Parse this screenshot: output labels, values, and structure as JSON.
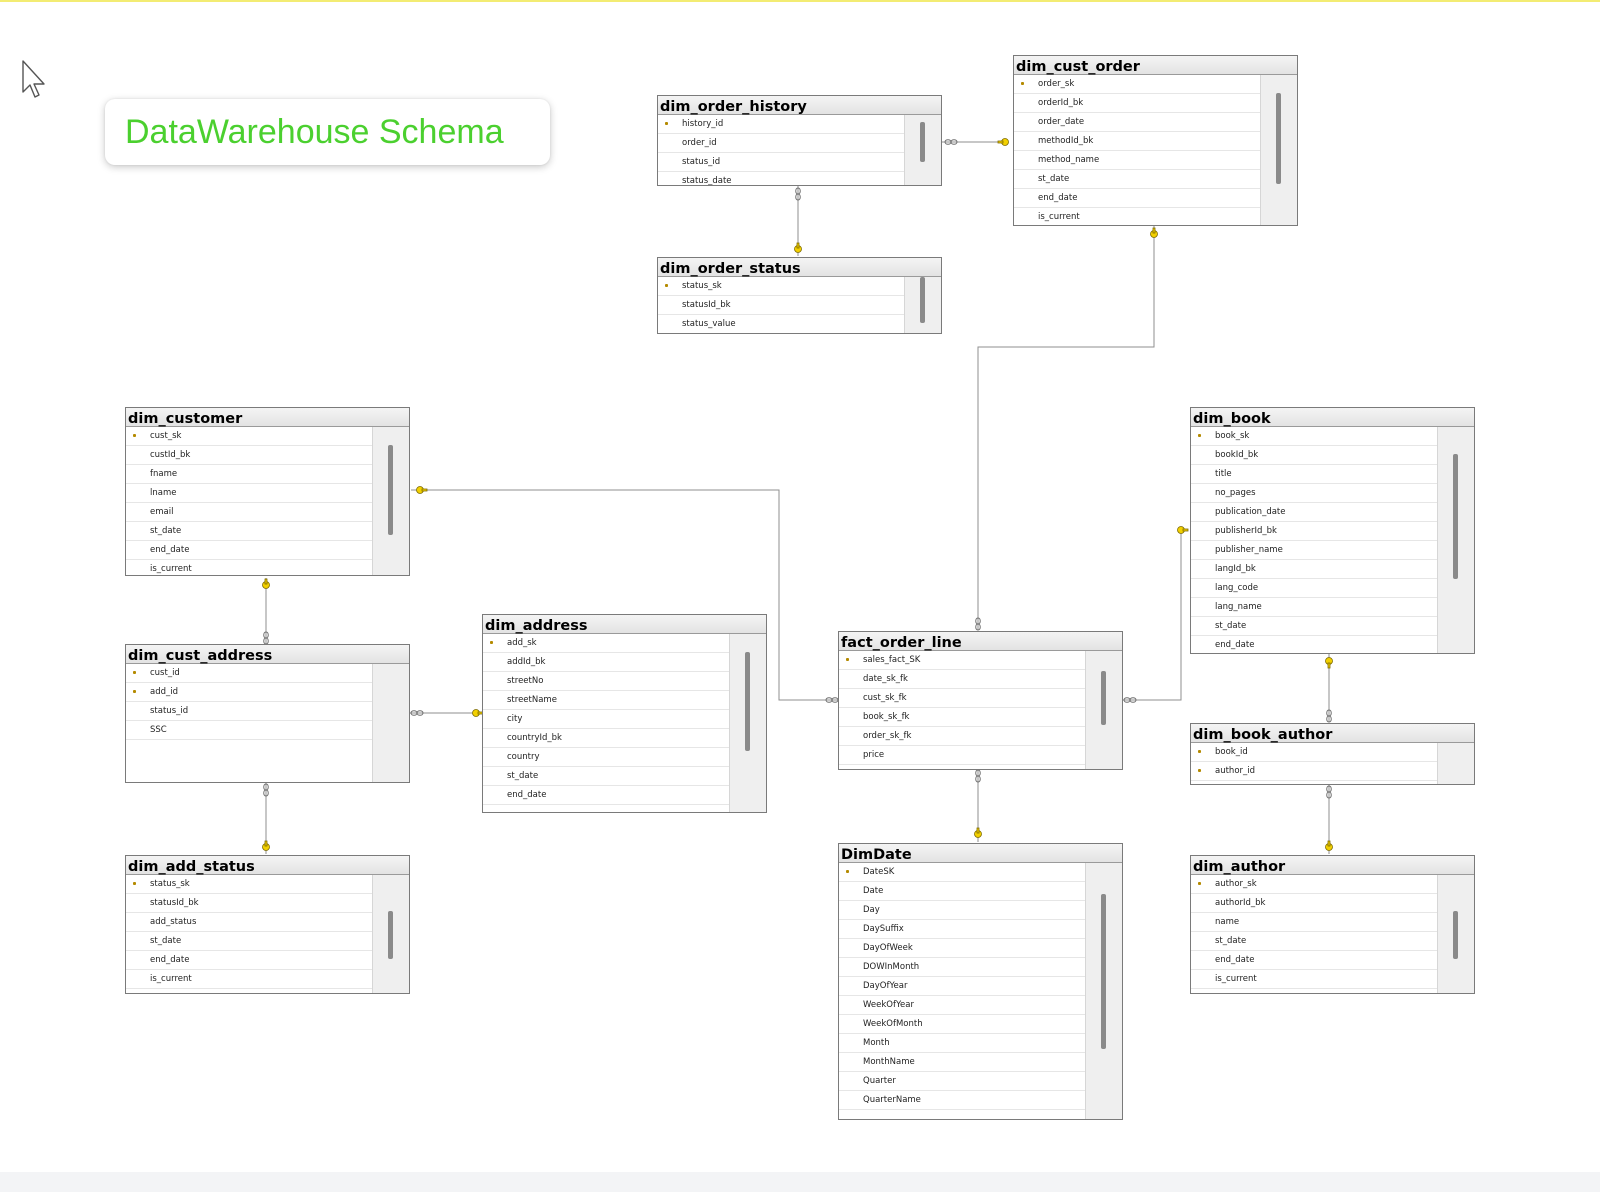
{
  "title": "DataWarehouse Schema",
  "colors": {
    "title": "#4bd02f",
    "key_line": "#8f8f8f",
    "key_icon": "#f2d000"
  },
  "tables": [
    {
      "id": "dim_order_history",
      "name": "dim_order_history",
      "columns": [
        {
          "name": "history_id",
          "pk": true
        },
        {
          "name": "order_id"
        },
        {
          "name": "status_id"
        },
        {
          "name": "status_date"
        }
      ]
    },
    {
      "id": "dim_cust_order",
      "name": "dim_cust_order",
      "columns": [
        {
          "name": "order_sk",
          "pk": true
        },
        {
          "name": "orderId_bk"
        },
        {
          "name": "order_date"
        },
        {
          "name": "methodId_bk"
        },
        {
          "name": "method_name"
        },
        {
          "name": "st_date"
        },
        {
          "name": "end_date"
        },
        {
          "name": "is_current"
        }
      ]
    },
    {
      "id": "dim_order_status",
      "name": "dim_order_status",
      "columns": [
        {
          "name": "status_sk",
          "pk": true
        },
        {
          "name": "statusId_bk"
        },
        {
          "name": "status_value"
        }
      ]
    },
    {
      "id": "dim_customer",
      "name": "dim_customer",
      "columns": [
        {
          "name": "cust_sk",
          "pk": true
        },
        {
          "name": "custId_bk"
        },
        {
          "name": "fname"
        },
        {
          "name": "lname"
        },
        {
          "name": "email"
        },
        {
          "name": "st_date"
        },
        {
          "name": "end_date"
        },
        {
          "name": "is_current"
        }
      ]
    },
    {
      "id": "dim_book",
      "name": "dim_book",
      "columns": [
        {
          "name": "book_sk",
          "pk": true
        },
        {
          "name": "bookId_bk"
        },
        {
          "name": "title"
        },
        {
          "name": "no_pages"
        },
        {
          "name": "publication_date"
        },
        {
          "name": "publisherId_bk"
        },
        {
          "name": "publisher_name"
        },
        {
          "name": "langId_bk"
        },
        {
          "name": "lang_code"
        },
        {
          "name": "lang_name"
        },
        {
          "name": "st_date"
        },
        {
          "name": "end_date"
        }
      ]
    },
    {
      "id": "dim_cust_address",
      "name": "dim_cust_address",
      "columns": [
        {
          "name": "cust_id",
          "pk": true
        },
        {
          "name": "add_id",
          "pk": true
        },
        {
          "name": "status_id"
        },
        {
          "name": "SSC"
        }
      ]
    },
    {
      "id": "dim_address",
      "name": "dim_address",
      "columns": [
        {
          "name": "add_sk",
          "pk": true
        },
        {
          "name": "addId_bk"
        },
        {
          "name": "streetNo"
        },
        {
          "name": "streetName"
        },
        {
          "name": "city"
        },
        {
          "name": "countryId_bk"
        },
        {
          "name": "country"
        },
        {
          "name": "st_date"
        },
        {
          "name": "end_date"
        }
      ]
    },
    {
      "id": "fact_order_line",
      "name": "fact_order_line",
      "columns": [
        {
          "name": "sales_fact_SK",
          "pk": true
        },
        {
          "name": "date_sk_fk"
        },
        {
          "name": "cust_sk_fk"
        },
        {
          "name": "book_sk_fk"
        },
        {
          "name": "order_sk_fk"
        },
        {
          "name": "price"
        }
      ]
    },
    {
      "id": "dim_book_author",
      "name": "dim_book_author",
      "columns": [
        {
          "name": "book_id",
          "pk": true
        },
        {
          "name": "author_id",
          "pk": true
        }
      ]
    },
    {
      "id": "dim_add_status",
      "name": "dim_add_status",
      "columns": [
        {
          "name": "status_sk",
          "pk": true
        },
        {
          "name": "statusId_bk"
        },
        {
          "name": "add_status"
        },
        {
          "name": "st_date"
        },
        {
          "name": "end_date"
        },
        {
          "name": "is_current"
        }
      ]
    },
    {
      "id": "DimDate",
      "name": "DimDate",
      "columns": [
        {
          "name": "DateSK",
          "pk": true
        },
        {
          "name": "Date"
        },
        {
          "name": "Day"
        },
        {
          "name": "DaySuffix"
        },
        {
          "name": "DayOfWeek"
        },
        {
          "name": "DOWInMonth"
        },
        {
          "name": "DayOfYear"
        },
        {
          "name": "WeekOfYear"
        },
        {
          "name": "WeekOfMonth"
        },
        {
          "name": "Month"
        },
        {
          "name": "MonthName"
        },
        {
          "name": "Quarter"
        },
        {
          "name": "QuarterName"
        }
      ]
    },
    {
      "id": "dim_author",
      "name": "dim_author",
      "columns": [
        {
          "name": "author_sk",
          "pk": true
        },
        {
          "name": "authorId_bk"
        },
        {
          "name": "name"
        },
        {
          "name": "st_date"
        },
        {
          "name": "end_date"
        },
        {
          "name": "is_current"
        }
      ]
    }
  ]
}
